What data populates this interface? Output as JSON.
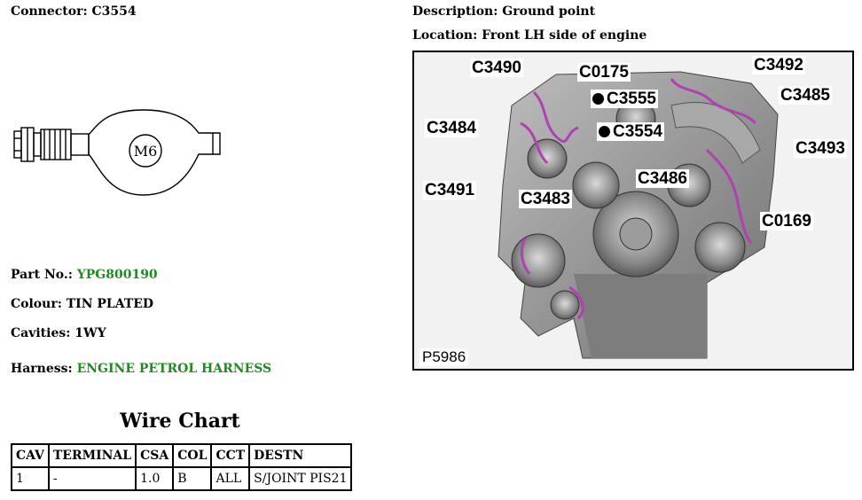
{
  "header": {
    "connector_label": "Connector:",
    "connector_value": "C3554",
    "description_label": "Description:",
    "description_value": "Ground point",
    "location_label": "Location:",
    "location_value": "Front LH side of engine"
  },
  "connector_drawing": {
    "terminal_text": "M6"
  },
  "details": {
    "part_no_label": "Part No.:",
    "part_no_value": "YPG800190",
    "colour_label": "Colour:",
    "colour_value": "TIN PLATED",
    "cavities_label": "Cavities:",
    "cavities_value": "1WY",
    "harness_label": "Harness:",
    "harness_value": "ENGINE PETROL HARNESS"
  },
  "engine_image": {
    "figure_id": "P5986",
    "callouts": [
      "C3490",
      "C0175",
      "C3492",
      "C3555",
      "C3485",
      "C3484",
      "C3554",
      "C3493",
      "C3491",
      "C3483",
      "C3486",
      "C0169"
    ]
  },
  "wire_chart": {
    "title": "Wire Chart",
    "headers": [
      "CAV",
      "TERMINAL",
      "CSA",
      "COL",
      "CCT",
      "DESTN"
    ],
    "rows": [
      [
        "1",
        "-",
        "1.0",
        "B",
        "ALL",
        "S/JOINT PIS21"
      ]
    ]
  }
}
